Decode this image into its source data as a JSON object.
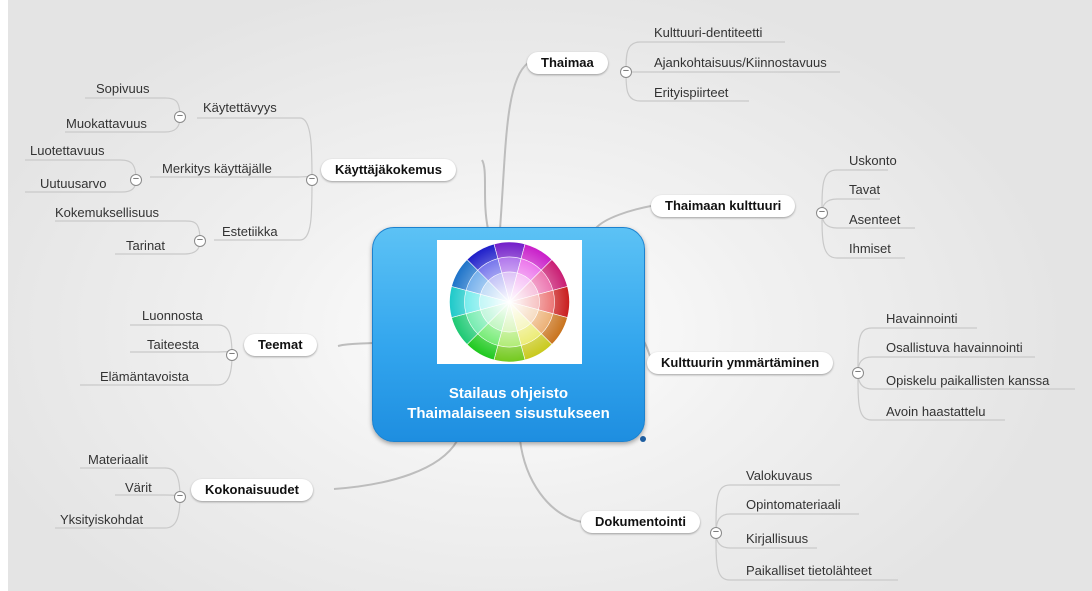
{
  "center": {
    "line1": "Stailaus ohjeisto",
    "line2": "Thaimalaiseen sisustukseen",
    "image": "color-wheel"
  },
  "branches": {
    "thaimaa": {
      "label": "Thaimaa",
      "children": [
        "Kulttuuri-dentiteetti",
        "Ajankohtaisuus/Kiinnostavuus",
        "Erityispiirteet"
      ]
    },
    "thaimaan_kulttuuri": {
      "label": "Thaimaan kulttuuri",
      "children": [
        "Uskonto",
        "Tavat",
        "Asenteet",
        "Ihmiset"
      ]
    },
    "kulttuurin_ymmartaminen": {
      "label": "Kulttuurin ymmärtäminen",
      "children": [
        "Havainnointi",
        "Osallistuva havainnointi",
        "Opiskelu paikallisten kanssa",
        "Avoin haastattelu"
      ]
    },
    "dokumentointi": {
      "label": "Dokumentointi",
      "children": [
        "Valokuvaus",
        "Opintomateriaali",
        "Kirjallisuus",
        "Paikalliset tietolähteet"
      ]
    },
    "kayttajakokemus": {
      "label": "Käyttäjäkokemus",
      "subs": [
        {
          "label": "Käytettävyys",
          "children": [
            "Sopivuus",
            "Muokattavuus"
          ]
        },
        {
          "label": "Merkitys käyttäjälle",
          "children": [
            "Luotettavuus",
            "Uutuusarvo"
          ]
        },
        {
          "label": "Estetiikka",
          "children": [
            "Kokemuksellisuus",
            "Tarinat"
          ]
        }
      ]
    },
    "teemat": {
      "label": "Teemat",
      "children": [
        "Luonnosta",
        "Taiteesta",
        "Elämäntavoista"
      ]
    },
    "kokonaisuudet": {
      "label": "Kokonaisuudet",
      "children": [
        "Materiaalit",
        "Värit",
        "Yksityiskohdat"
      ]
    }
  },
  "collapse_symbol": "−",
  "colors": {
    "central_fill": "#33a6ee",
    "central_border": "#1c82cf",
    "connector": "#bdbdbd",
    "background": "#ececec"
  }
}
